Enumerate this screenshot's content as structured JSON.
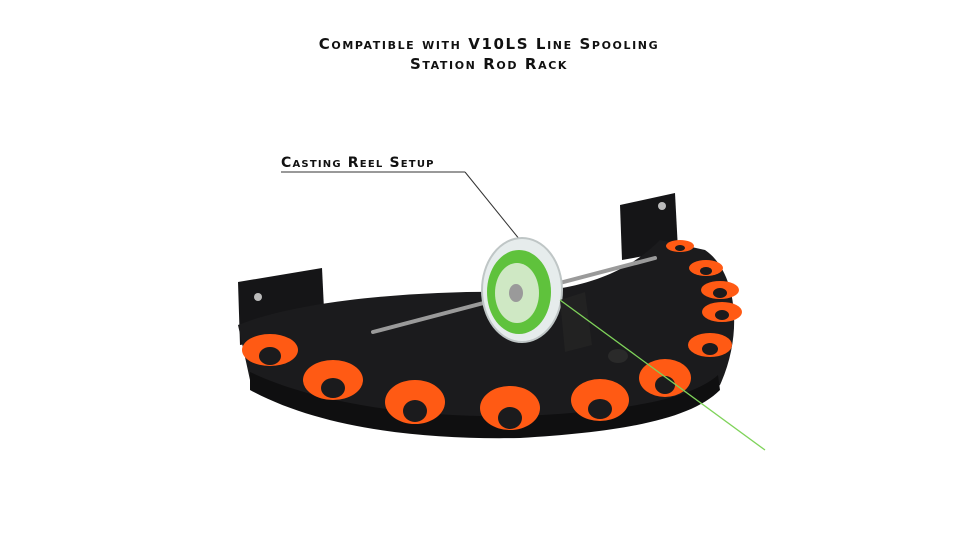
{
  "title": {
    "line1": "Compatible with V10LS Line Spooling",
    "line2": "Station Rod Rack"
  },
  "callout": {
    "label": "Casting Reel Setup"
  },
  "colors": {
    "rack_body": "#1b1b1d",
    "rod_slot_orange": "#ff5a14",
    "fishing_line_green": "#7fd35a",
    "spool_green": "#5fc23c"
  }
}
